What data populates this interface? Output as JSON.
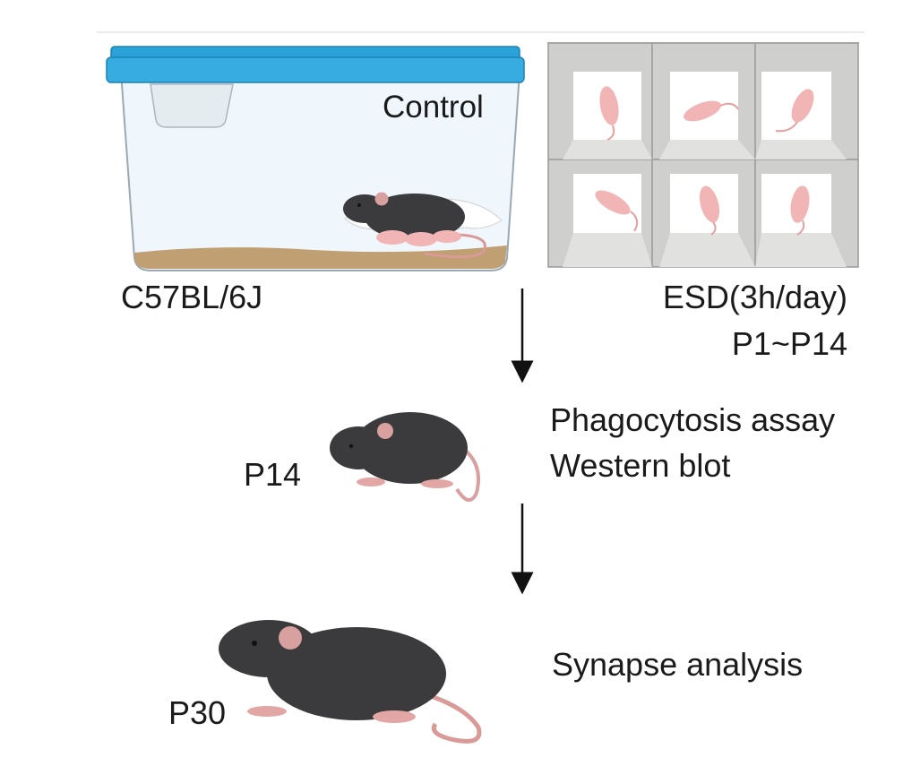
{
  "labels": {
    "control": "Control",
    "strain": "C57BL/6J",
    "esd": "ESD(3h/day)",
    "esd_days": "P1~P14",
    "p14": "P14",
    "assay_1": "Phagocytosis assay",
    "assay_2": "Western blot",
    "p30": "P30",
    "assay_3": "Synapse analysis"
  },
  "colors": {
    "lid": "#2aa1d8",
    "cage_fill": "#eef6fb",
    "bedding": "#bf9f74",
    "mouse_body": "#3b3a3c",
    "mouse_skin": "#e7a8a8",
    "pup": "#f0b5b4",
    "box_frame": "#bfbfbd",
    "arrow": "#111111"
  },
  "icons": [
    "cage-icon",
    "mouse-icon",
    "pup-icon",
    "isolation-box-icon",
    "down-arrow-icon"
  ]
}
